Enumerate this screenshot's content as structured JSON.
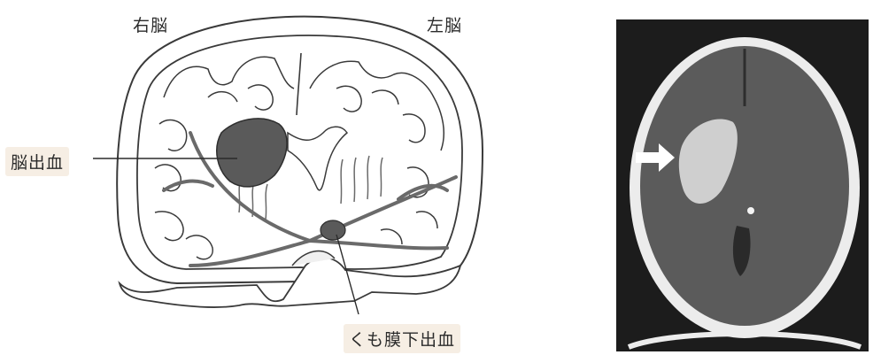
{
  "labels": {
    "right_brain": "右脳",
    "left_brain": "左脳",
    "cerebral_hemorrhage": "脳出血",
    "subarachnoid_hemorrhage": "くも膜下出血"
  },
  "colors": {
    "line": "#3a3a3a",
    "vessel": "#6a6a6a",
    "hemorrhage": "#5a5a5a",
    "ct_background": "#1c1c1c",
    "ct_skull": "#ececec",
    "ct_brain": "#5b5b5b",
    "ct_bleed": "#cfcfcf",
    "label_bg": "#f6eee4"
  }
}
